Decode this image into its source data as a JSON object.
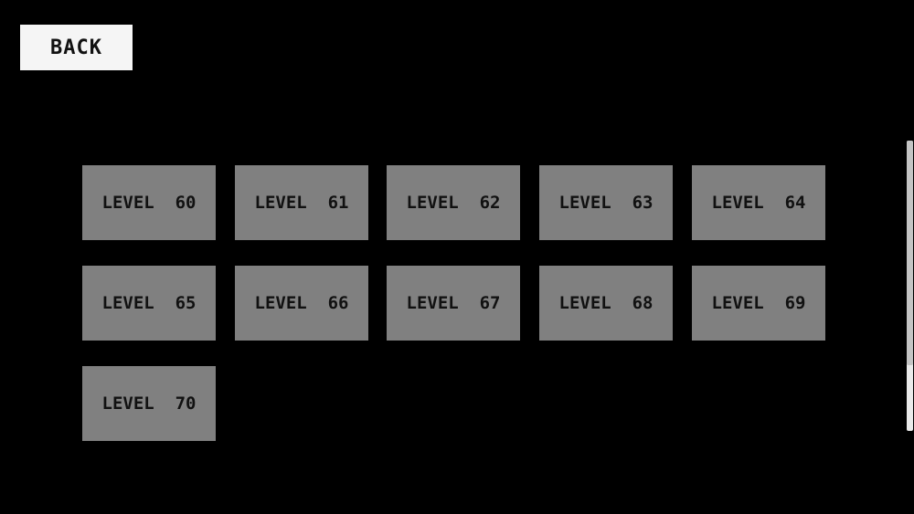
{
  "back_label": "BACK",
  "levels": [
    "LEVEL  60",
    "LEVEL  61",
    "LEVEL  62",
    "LEVEL  63",
    "LEVEL  64",
    "LEVEL  65",
    "LEVEL  66",
    "LEVEL  67",
    "LEVEL  68",
    "LEVEL  69",
    "LEVEL  70"
  ],
  "scroll_position": 0
}
